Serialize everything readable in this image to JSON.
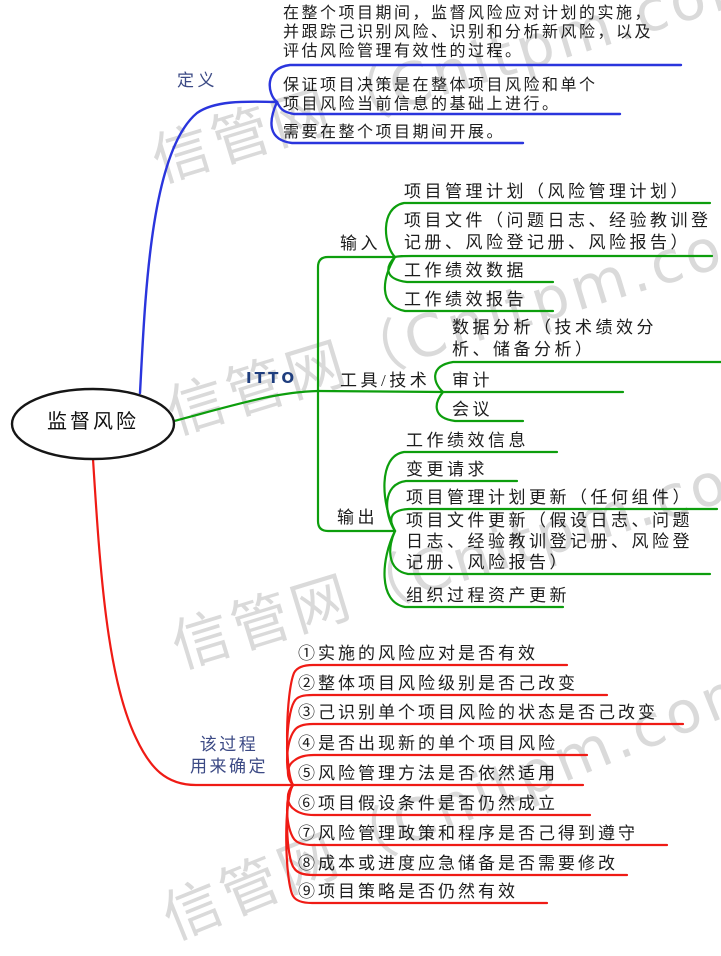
{
  "watermark": {
    "text": "信管网（Cnitpm.com）"
  },
  "root": {
    "label": "监督风险"
  },
  "definition": {
    "label": "定义",
    "items": [
      "在整个项目期间，监督风险应对计划的实施，并跟踪己识别风险、识别和分析新风险，以及评估风险管理有效性的过程。",
      "保证项目决策是在整体项目风险和单个项目风险当前信息的基础上进行。",
      "需要在整个项目期间开展。"
    ]
  },
  "itto": {
    "label": "ITTO",
    "inputs": {
      "label": "输入",
      "items": [
        "项目管理计划（风险管理计划）",
        "项目文件（问题日志、经验教训登记册、风险登记册、风险报告）",
        "工作绩效数据",
        "工作绩效报告"
      ]
    },
    "tools": {
      "label": "工具/技术",
      "items": [
        "数据分析（技术绩效分析、储备分析）",
        "审计",
        "会议"
      ]
    },
    "outputs": {
      "label": "输出",
      "items": [
        "工作绩效信息",
        "变更请求",
        "项目管理计划更新（任何组件）",
        "项目文件更新（假设日志、问题日志、经验教训登记册、风险登记册、风险报告）",
        "组织过程资产更新"
      ]
    }
  },
  "determine": {
    "label_line1": "该过程",
    "label_line2": "用来确定",
    "items": [
      "①实施的风险应对是否有效",
      "②整体项目风险级别是否己改变",
      "③己识别单个项目风险的状态是否己改变",
      "④是否出现新的单个项目风险",
      "⑤风险管理方法是否依然适用",
      "⑥项目假设条件是否仍然成立",
      "⑦风险管理政策和程序是否己得到遵守",
      "⑧成本或进度应急储备是否需要修改",
      "⑨项目策略是否仍然有效"
    ]
  },
  "colors": {
    "definition_branch": "#2a35dd",
    "itto_branch": "#0d9e0d",
    "determine_branch": "#ef1b15",
    "label_text": "#3c4a85",
    "body_text": "#1d1d1d",
    "watermark": "#dadada"
  }
}
